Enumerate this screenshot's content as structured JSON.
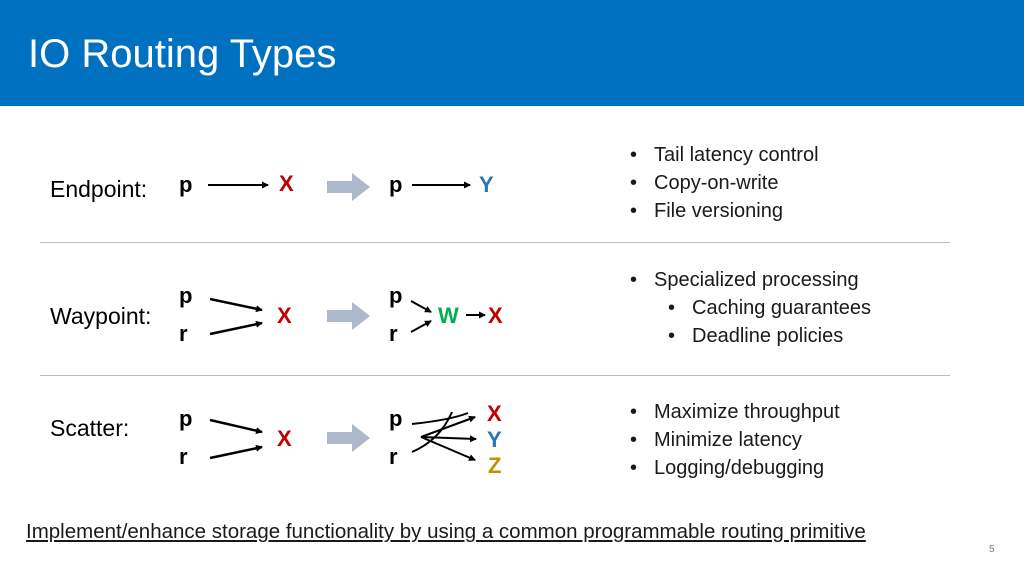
{
  "slide": {
    "title": "IO Routing Types",
    "page_number": "5",
    "footer": "Implement/enhance storage functionality by using a common programmable routing primitive"
  },
  "colors": {
    "header_bg": "#0070c0",
    "header_text": "#ffffff",
    "dest_x": "#c00000",
    "dest_y": "#2e75b6",
    "dest_z": "#bf9000",
    "waypoint_w": "#00b050",
    "transform_arrow": "#adb9ca"
  },
  "rows": {
    "endpoint": {
      "label": "Endpoint:",
      "before": {
        "src": "p",
        "dest": "X"
      },
      "after": {
        "src": "p",
        "dest": "Y"
      },
      "bullets": [
        "Tail latency control",
        "Copy-on-write",
        "File versioning"
      ]
    },
    "waypoint": {
      "label": "Waypoint:",
      "before": {
        "src1": "p",
        "src2": "r",
        "dest": "X"
      },
      "after": {
        "src1": "p",
        "src2": "r",
        "via": "W",
        "dest": "X"
      },
      "bullets": [
        "Specialized processing"
      ],
      "sub_bullets": [
        "Caching guarantees",
        "Deadline policies"
      ]
    },
    "scatter": {
      "label": "Scatter:",
      "before": {
        "src1": "p",
        "src2": "r",
        "dest": "X"
      },
      "after": {
        "src1": "p",
        "src2": "r",
        "dest1": "X",
        "dest2": "Y",
        "dest3": "Z"
      },
      "bullets": [
        "Maximize throughput",
        "Minimize latency",
        "Logging/debugging"
      ]
    }
  }
}
